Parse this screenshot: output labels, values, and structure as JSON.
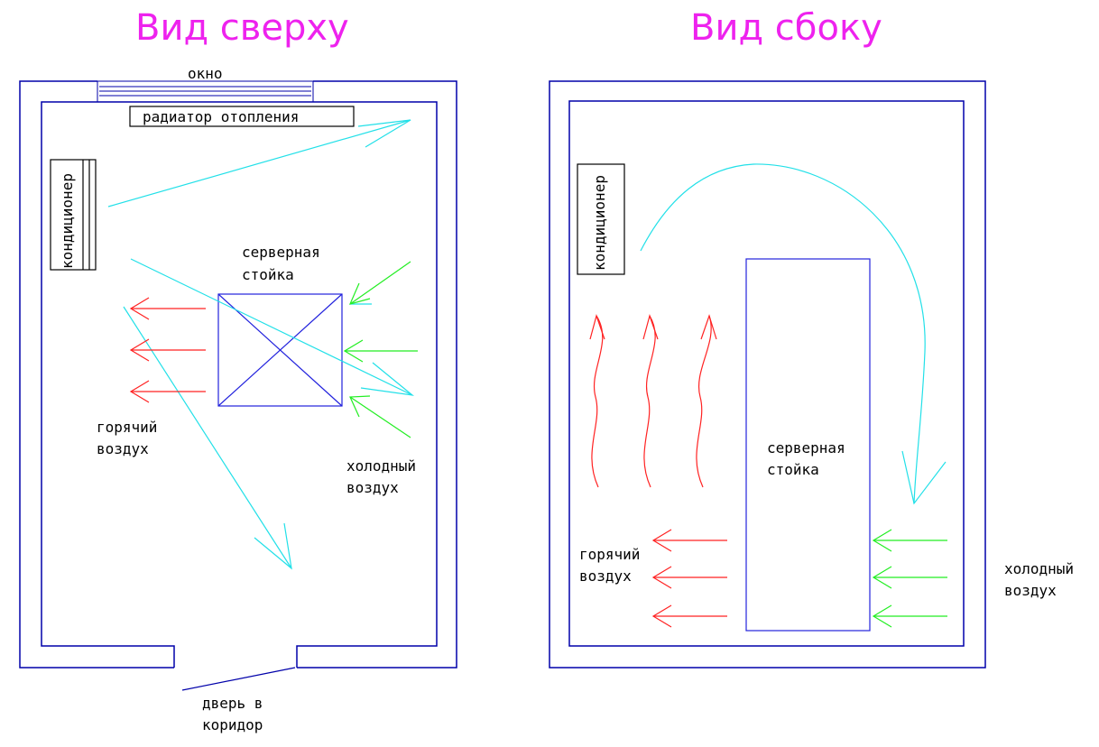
{
  "colors": {
    "wall": "#0000aa",
    "title": "#ee22ee",
    "hot_air": "#ff2222",
    "cold_air": "#22ee22",
    "air_flow": "#22e0e8",
    "label": "#000000",
    "door_line": "#0000aa"
  },
  "top_view": {
    "title": "Вид сверху",
    "window_label": "окно",
    "radiator_label": "радиатор отопления",
    "ac_label": "кондиционер",
    "rack_label_line1": "серверная",
    "rack_label_line2": "стойка",
    "hot_air_line1": "горячий",
    "hot_air_line2": "воздух",
    "cold_air_line1": "холодный",
    "cold_air_line2": "воздух",
    "door_line1": "дверь в",
    "door_line2": "коридор"
  },
  "side_view": {
    "title": "Вид сбоку",
    "ac_label": "кондиционер",
    "rack_label_line1": "серверная",
    "rack_label_line2": "стойка",
    "hot_air_line1": "горячий",
    "hot_air_line2": "воздух",
    "cold_air_line1": "холодный",
    "cold_air_line2": "воздух"
  }
}
